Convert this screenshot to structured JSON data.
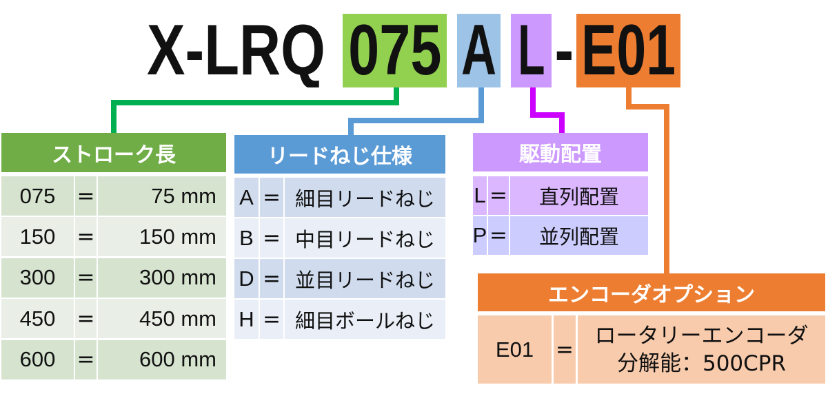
{
  "model": {
    "prefix": "X-LRQ",
    "stroke_code": "075",
    "lead_code": "A",
    "drive_code": "L",
    "dash": "-",
    "encoder_code": "E01"
  },
  "colors": {
    "stroke": "#70ad47",
    "lead": "#5b9bd5",
    "drive": "#cc99ff",
    "encoder": "#ed7d31"
  },
  "stroke": {
    "title": "ストローク長",
    "rows": [
      {
        "code": "075",
        "eq": "=",
        "value": "75 mm"
      },
      {
        "code": "150",
        "eq": "=",
        "value": "150 mm"
      },
      {
        "code": "300",
        "eq": "=",
        "value": "300 mm"
      },
      {
        "code": "450",
        "eq": "=",
        "value": "450 mm"
      },
      {
        "code": "600",
        "eq": "=",
        "value": "600 mm"
      }
    ]
  },
  "lead": {
    "title": "リードねじ仕様",
    "rows": [
      {
        "code": "A",
        "eq": "=",
        "value": "細目リードねじ"
      },
      {
        "code": "B",
        "eq": "=",
        "value": "中目リードねじ"
      },
      {
        "code": "D",
        "eq": "=",
        "value": "並目リードねじ"
      },
      {
        "code": "H",
        "eq": "=",
        "value": "細目ボールねじ"
      }
    ]
  },
  "drive": {
    "title": "駆動配置",
    "rows": [
      {
        "code": "L",
        "eq": "=",
        "value": "直列配置"
      },
      {
        "code": "P",
        "eq": "=",
        "value": "並列配置"
      }
    ]
  },
  "encoder": {
    "title": "エンコーダオプション",
    "rows": [
      {
        "code": "E01",
        "eq": "=",
        "value_line1": "ロータリーエンコーダ",
        "value_line2": "分解能：500CPR"
      }
    ]
  }
}
